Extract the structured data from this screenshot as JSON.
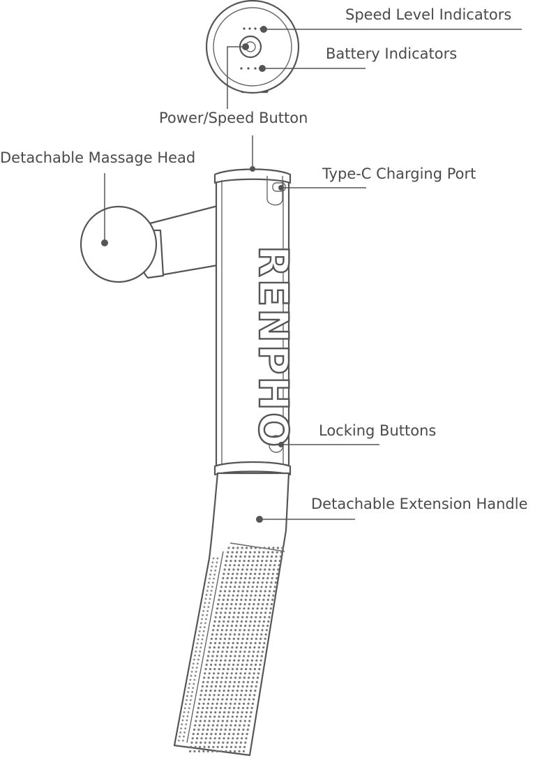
{
  "brand": {
    "logo_text": "RENPHO"
  },
  "callouts": [
    {
      "id": "speed-level-indicators",
      "label": "Speed Level Indicators"
    },
    {
      "id": "battery-indicators",
      "label": "Battery Indicators"
    },
    {
      "id": "power-speed-button",
      "label": "Power/Speed Button"
    },
    {
      "id": "detachable-massage-head",
      "label": "Detachable Massage Head"
    },
    {
      "id": "type-c-charging-port",
      "label": "Type-C Charging Port"
    },
    {
      "id": "locking-buttons",
      "label": "Locking Buttons"
    },
    {
      "id": "detachable-extension-handle",
      "label": "Detachable Extension Handle"
    }
  ],
  "colors": {
    "line": "#555555",
    "text": "#4a4a4a",
    "background": "#ffffff"
  }
}
